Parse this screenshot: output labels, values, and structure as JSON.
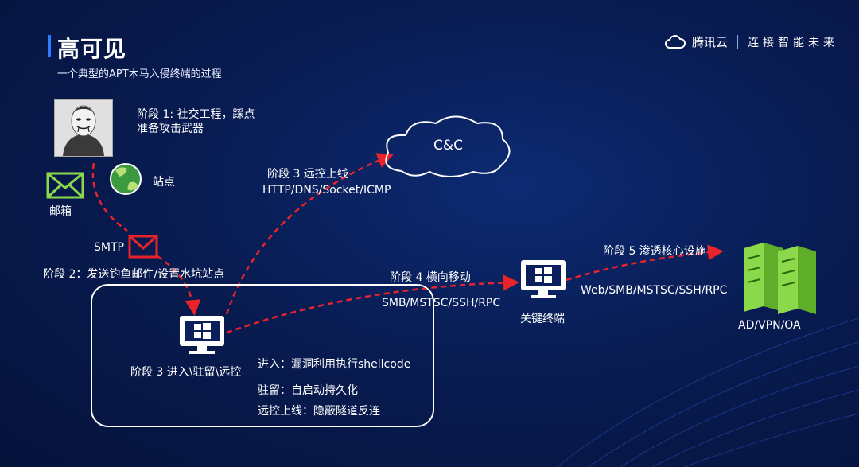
{
  "slide": {
    "title": "高可见",
    "subtitle": "一个典型的APT木马入侵终端的过程"
  },
  "brand": {
    "name": "腾讯云",
    "slogan": "连接智能未来"
  },
  "stage1": {
    "line1": "阶段 1: 社交工程，踩点",
    "line2": "准备攻击武器"
  },
  "vectors": {
    "mail_label": "邮箱",
    "site_label": "站点",
    "smtp_label": "SMTP"
  },
  "stage2": {
    "label": "阶段 2：发送钓鱼邮件/设置水坑站点"
  },
  "cnc": {
    "label": "C&C",
    "stage_label": "阶段 3 远控上线",
    "protocols": "HTTP/DNS/Socket/ICMP"
  },
  "stage3_box": {
    "label": "阶段 3 进入\\驻留\\远控",
    "details": [
      "进入：漏洞利用执行shellcode",
      "驻留：自启动持久化",
      "远控上线：隐蔽隧道反连"
    ]
  },
  "stage4": {
    "label": "阶段 4 横向移动",
    "protocols": "SMB/MSTSC/SSH/RPC",
    "terminal_label": "关键终端"
  },
  "stage5": {
    "label": "阶段 5  渗透核心设施",
    "protocols": "Web/SMB/MSTSC/SSH/RPC",
    "target_label": "AD/VPN/OA"
  },
  "colors": {
    "arrow": "#e8232a",
    "accent": "#2f7bff",
    "mail_icon": "#8bd94a",
    "server": "#8bd94a"
  }
}
